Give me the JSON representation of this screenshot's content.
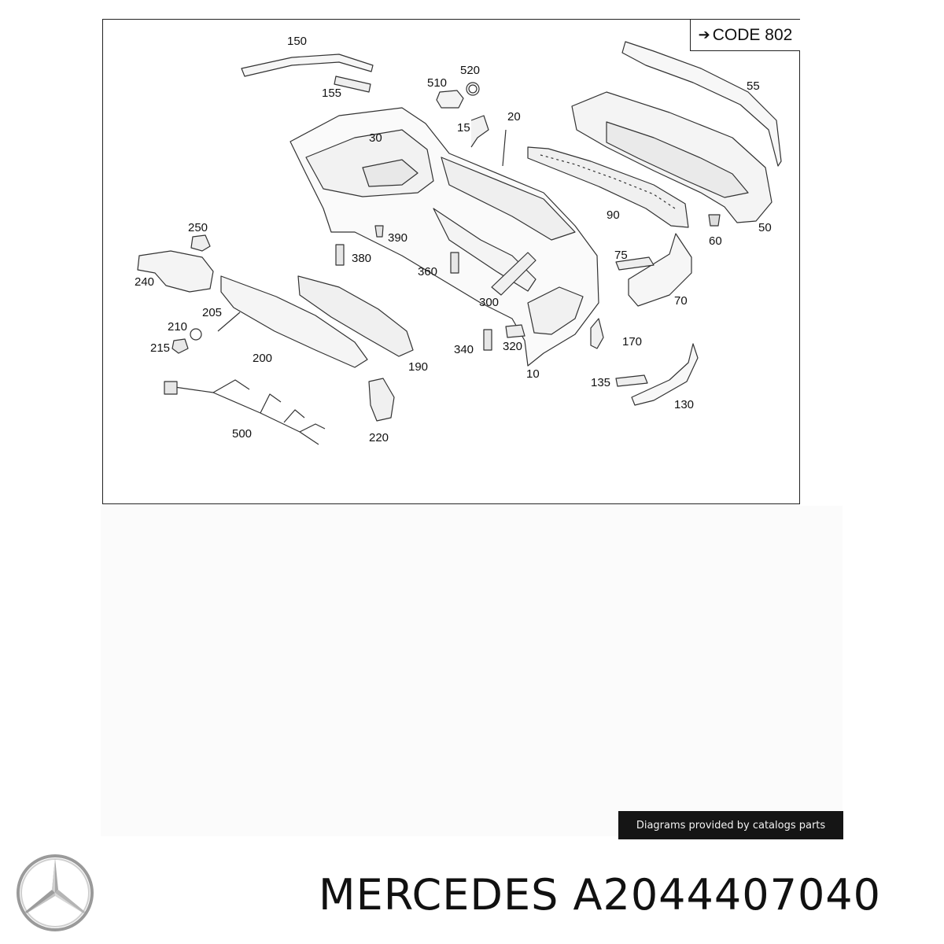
{
  "diagram": {
    "code_badge": {
      "arrow": "➔",
      "text": "CODE 802"
    },
    "callouts": [
      {
        "id": "c150",
        "text": "150"
      },
      {
        "id": "c155",
        "text": "155"
      },
      {
        "id": "c510",
        "text": "510"
      },
      {
        "id": "c520",
        "text": "520"
      },
      {
        "id": "c15",
        "text": "15"
      },
      {
        "id": "c20",
        "text": "20"
      },
      {
        "id": "c30",
        "text": "30"
      },
      {
        "id": "c55",
        "text": "55"
      },
      {
        "id": "c90",
        "text": "90"
      },
      {
        "id": "c60",
        "text": "60"
      },
      {
        "id": "c50",
        "text": "50"
      },
      {
        "id": "c250",
        "text": "250"
      },
      {
        "id": "c390",
        "text": "390"
      },
      {
        "id": "c380",
        "text": "380"
      },
      {
        "id": "c240",
        "text": "240"
      },
      {
        "id": "c360",
        "text": "360"
      },
      {
        "id": "c75",
        "text": "75"
      },
      {
        "id": "c70",
        "text": "70"
      },
      {
        "id": "c300",
        "text": "300"
      },
      {
        "id": "c205",
        "text": "205"
      },
      {
        "id": "c210",
        "text": "210"
      },
      {
        "id": "c215",
        "text": "215"
      },
      {
        "id": "c200",
        "text": "200"
      },
      {
        "id": "c190",
        "text": "190"
      },
      {
        "id": "c340",
        "text": "340"
      },
      {
        "id": "c320",
        "text": "320"
      },
      {
        "id": "c170",
        "text": "170"
      },
      {
        "id": "c10",
        "text": "10"
      },
      {
        "id": "c135",
        "text": "135"
      },
      {
        "id": "c130",
        "text": "130"
      },
      {
        "id": "c500",
        "text": "500"
      },
      {
        "id": "c220",
        "text": "220"
      }
    ]
  },
  "credit": {
    "text": "Diagrams provided by catalogs parts"
  },
  "brand": {
    "logo_icon": "mercedes-star-icon"
  },
  "title": {
    "brand": "MERCEDES",
    "part_number": "A2044407040"
  }
}
